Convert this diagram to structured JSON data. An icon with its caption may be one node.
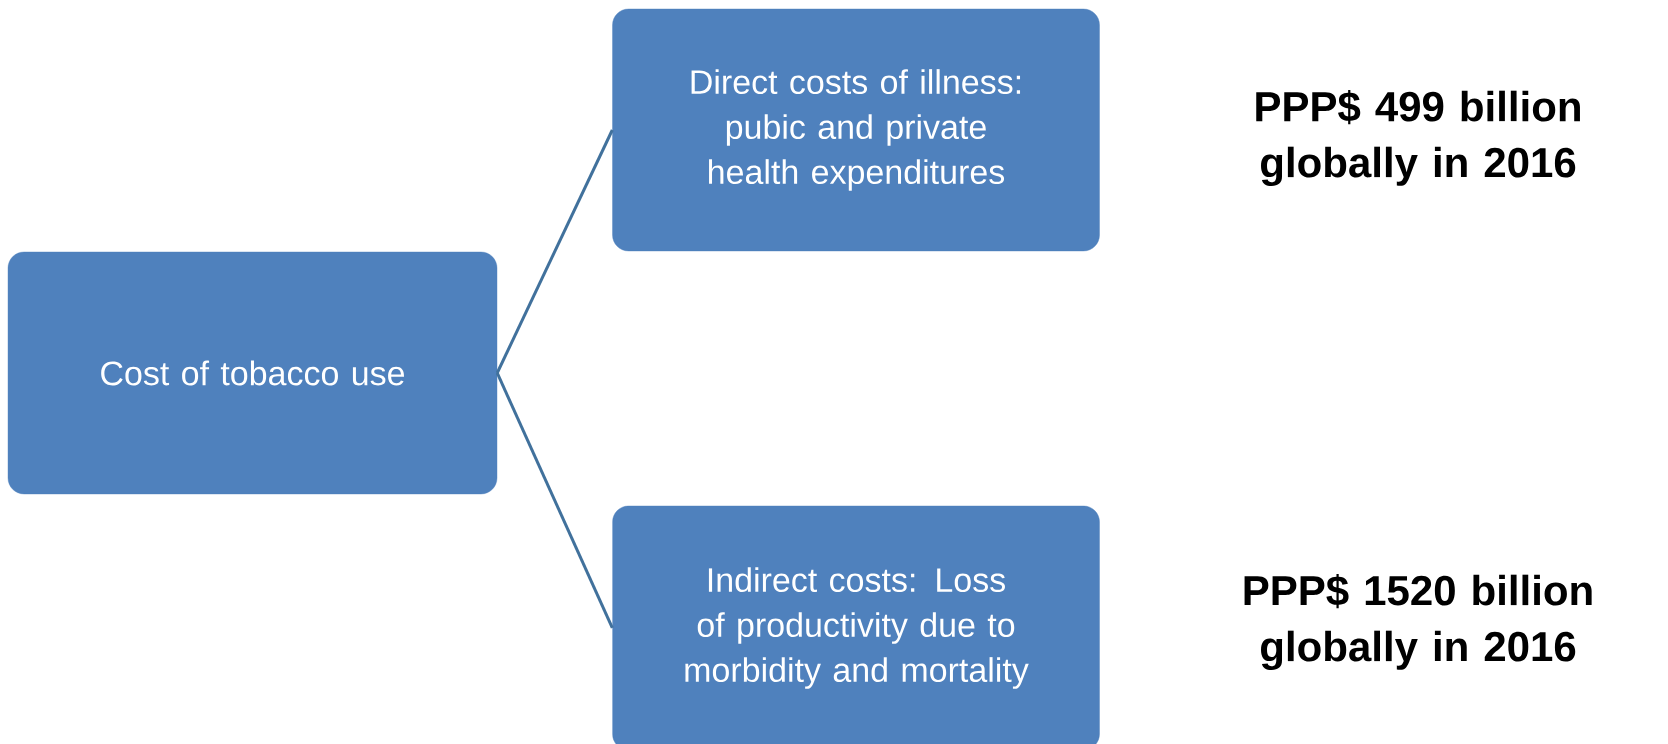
{
  "diagram": {
    "nodes": [
      {
        "text": [
          "Cost of tobacco use"
        ]
      },
      {
        "text": [
          "Direct costs of illness: pubic and private health expenditures"
        ],
        "beside": [
          "PPP$ 499 billion globally in 2016"
        ]
      },
      {
        "text": [
          "Indirect costs: Loss of productivity due to morbidity and mortality"
        ],
        "beside": [
          "PPP$ 1520 billion globally in 2016"
        ]
      }
    ],
    "edges": [
      {
        "from": 0,
        "to": 1,
        "arrow": "none"
      },
      {
        "from": 0,
        "to": 2,
        "arrow": "none"
      }
    ]
  }
}
